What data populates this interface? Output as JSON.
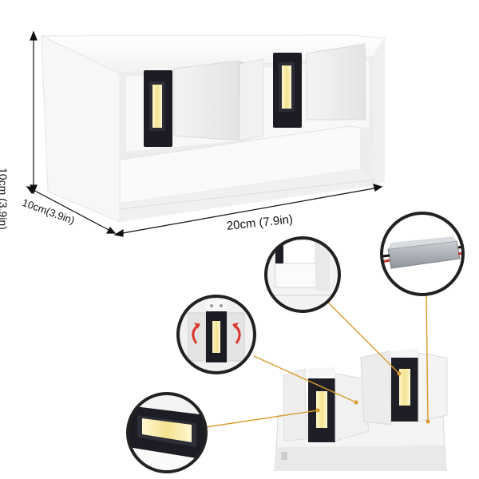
{
  "dimensions": {
    "height": "10cm (3.9in)",
    "depth": "10cm(3.9in)",
    "width": "20cm (7.9in)"
  },
  "colors": {
    "body": "#fbfbfb",
    "shadow": "#e6e6e6",
    "led_strip": "#f6e7a6",
    "led_housing": "#1c1c24",
    "callout_line": "#d99a2b",
    "callout_ring": "#222222",
    "driver_case": "#a9aeb3",
    "arrow_red": "#d9372b"
  },
  "callouts": [
    {
      "id": "top-reflector-closeup"
    },
    {
      "id": "driver-closeup"
    },
    {
      "id": "adjustable-flaps-closeup"
    },
    {
      "id": "led-strip-closeup"
    }
  ]
}
